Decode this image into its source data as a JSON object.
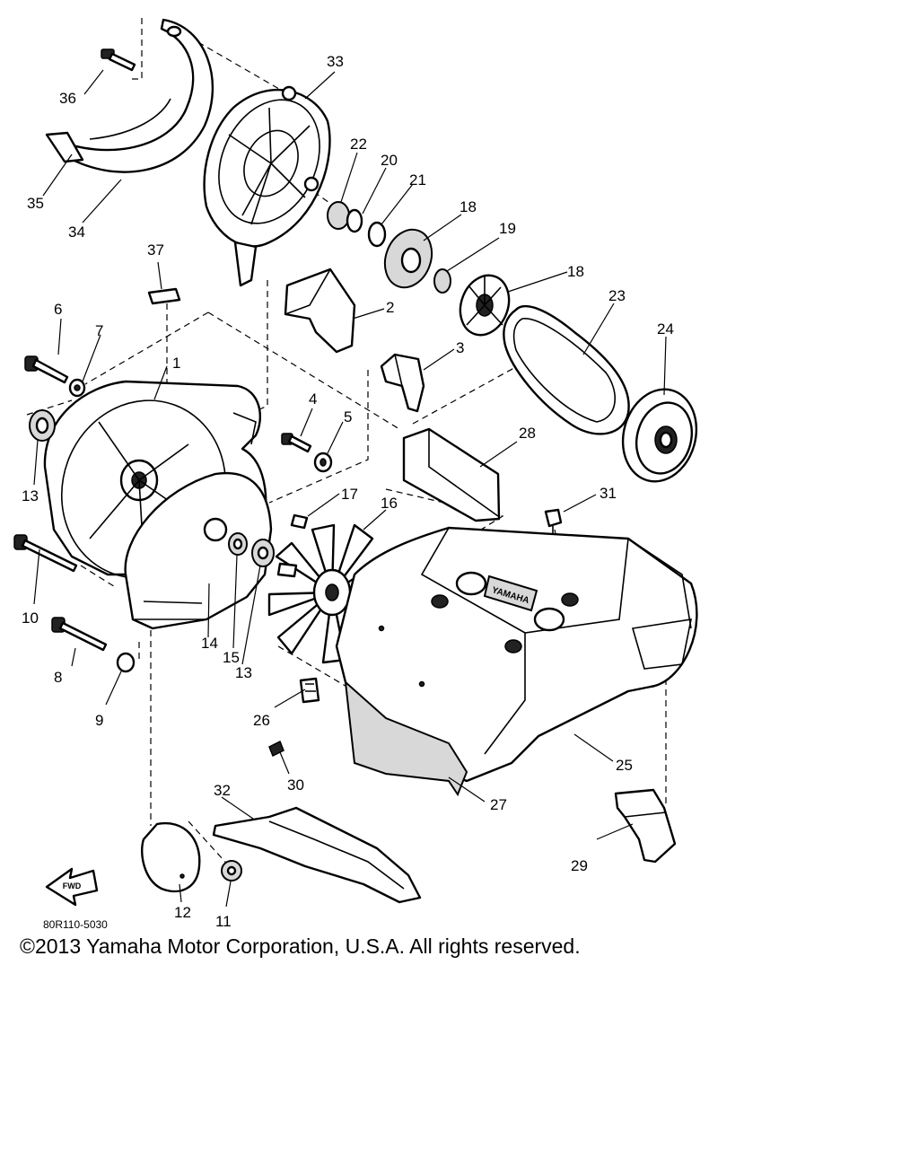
{
  "diagram": {
    "callouts": [
      "1",
      "2",
      "3",
      "4",
      "5",
      "6",
      "7",
      "8",
      "9",
      "10",
      "11",
      "12",
      "13",
      "13",
      "14",
      "15",
      "16",
      "17",
      "18",
      "18",
      "19",
      "20",
      "21",
      "22",
      "23",
      "24",
      "25",
      "26",
      "27",
      "28",
      "29",
      "30",
      "31",
      "32",
      "33",
      "34",
      "35",
      "36",
      "37"
    ],
    "fwd_label": "FWD",
    "nameplate_text": "YAMAHA",
    "drawing_code": "80R110-5030"
  },
  "footer": {
    "copyright": "©2013 Yamaha Motor Corporation, U.S.A. All rights reserved."
  }
}
